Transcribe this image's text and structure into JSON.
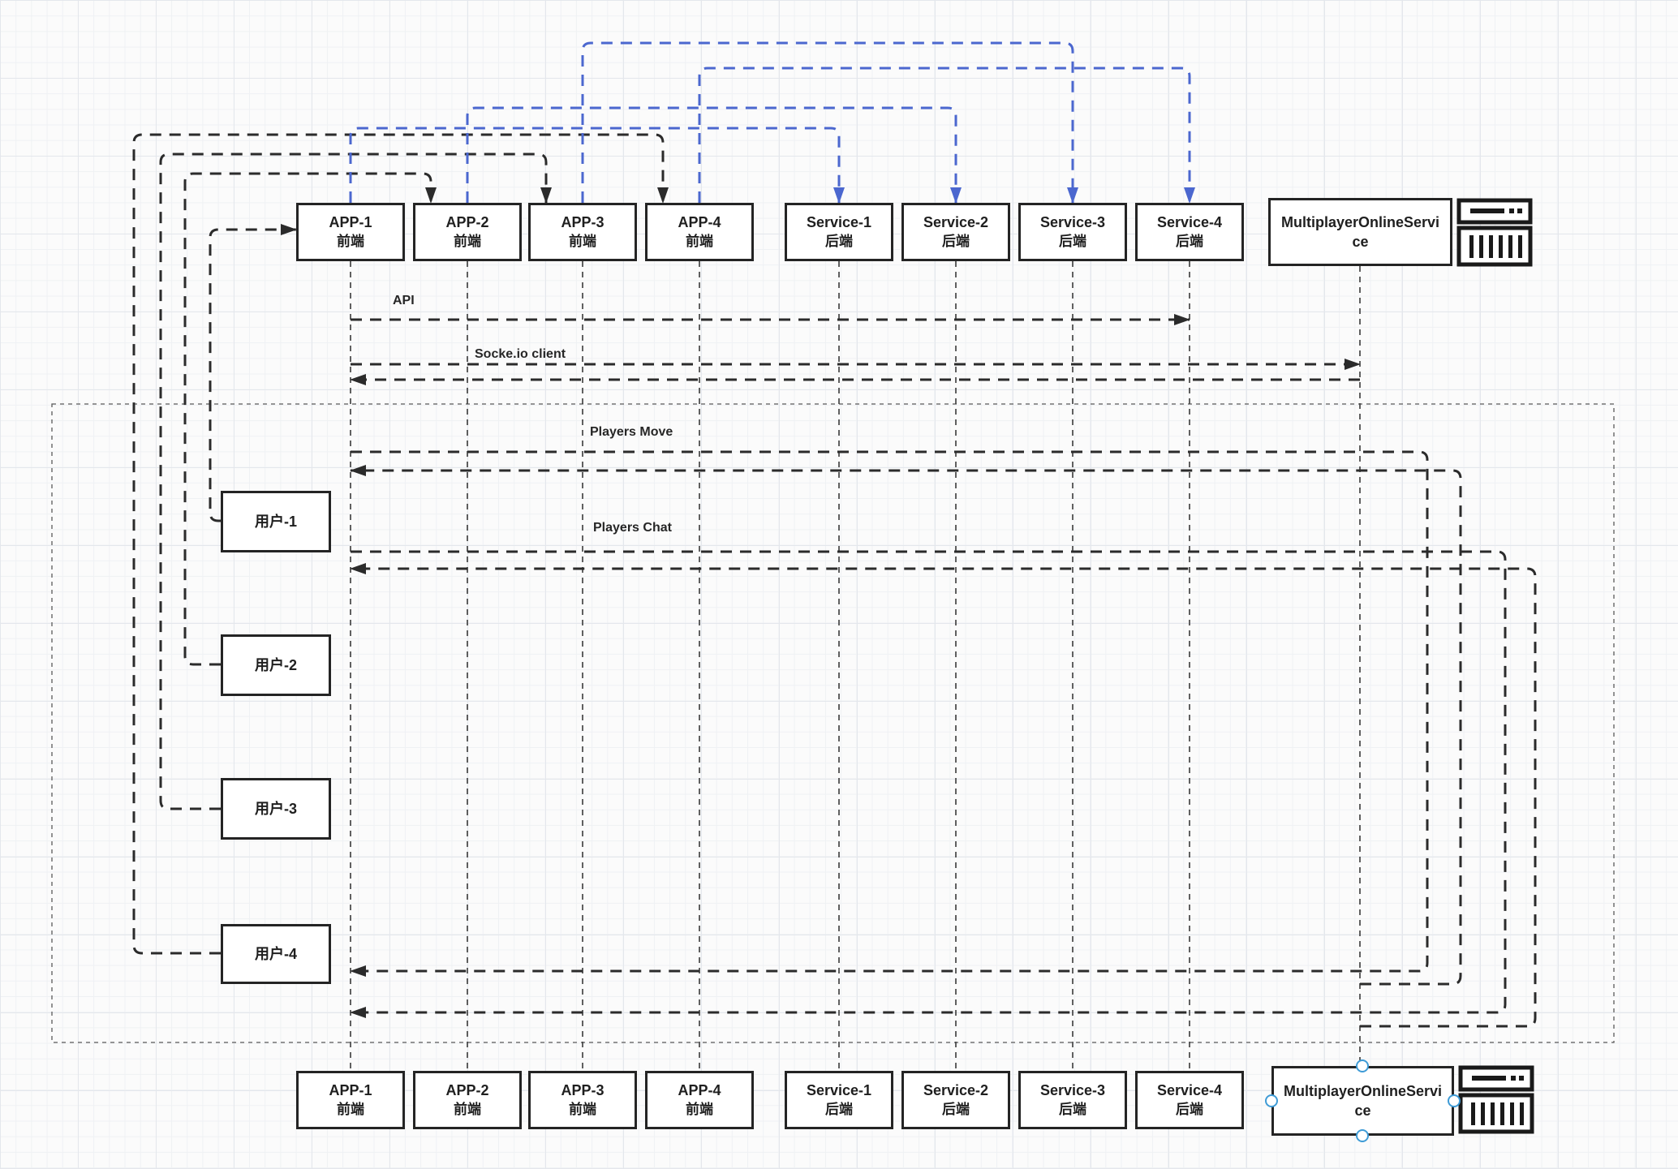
{
  "colors": {
    "canvas_bg": "#fbfbfb",
    "grid_minor": "#eff1f4",
    "grid_major": "#e4e7ec",
    "edge_black": "#2b2b2b",
    "edge_blue": "#4b67cf",
    "node_border": "#242424",
    "node_fill": "#ffffff",
    "connection_point": "#3e9bd6"
  },
  "nodes": {
    "app1": {
      "title": "APP-1",
      "subtitle": "前端"
    },
    "app2": {
      "title": "APP-2",
      "subtitle": "前端"
    },
    "app3": {
      "title": "APP-3",
      "subtitle": "前端"
    },
    "app4": {
      "title": "APP-4",
      "subtitle": "前端"
    },
    "svc1": {
      "title": "Service-1",
      "subtitle": "后端"
    },
    "svc2": {
      "title": "Service-2",
      "subtitle": "后端"
    },
    "svc3": {
      "title": "Service-3",
      "subtitle": "后端"
    },
    "svc4": {
      "title": "Service-4",
      "subtitle": "后端"
    },
    "mos": {
      "title": "MultiplayerOnlineService"
    }
  },
  "users": {
    "u1": {
      "label": "用户-1"
    },
    "u2": {
      "label": "用户-2"
    },
    "u3": {
      "label": "用户-3"
    },
    "u4": {
      "label": "用户-4"
    }
  },
  "messages": {
    "api": "API",
    "socket": "Socke.io client",
    "players_move": "Players Move",
    "players_chat": "Players Chat"
  }
}
